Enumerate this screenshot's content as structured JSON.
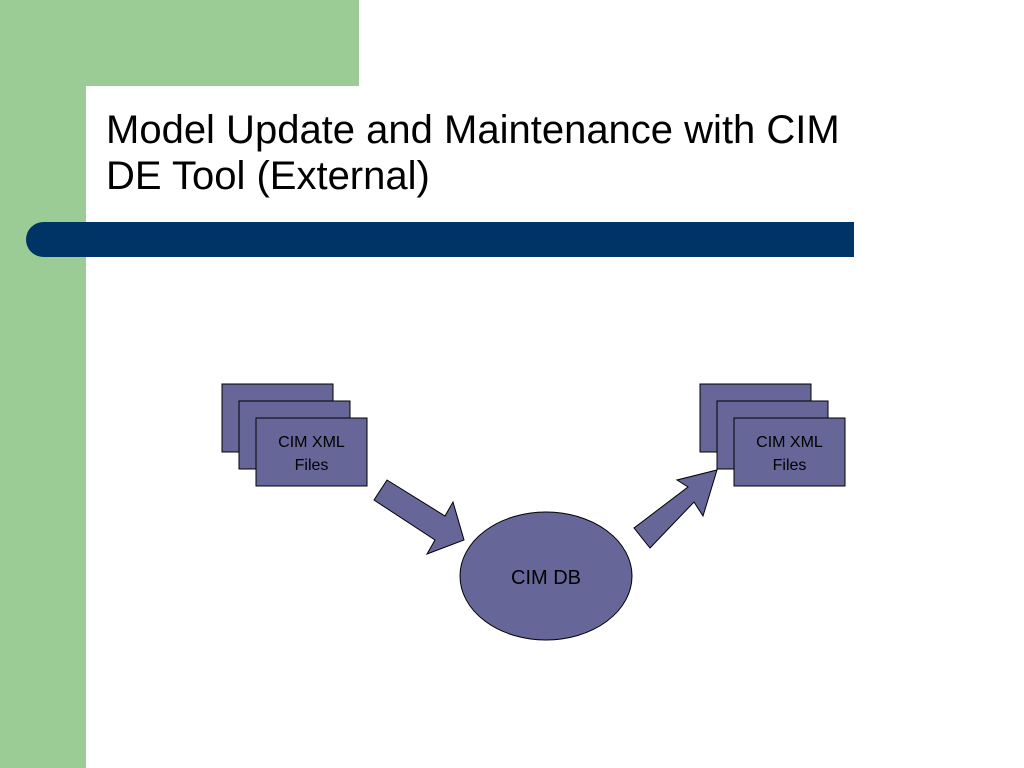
{
  "slide": {
    "title_line1": "Model Update and Maintenance with CIM",
    "title_line2": "DE Tool (External)"
  },
  "diagram": {
    "left_files": {
      "line1": "CIM XML",
      "line2": "Files"
    },
    "database": {
      "label": "CIM DB"
    },
    "right_files": {
      "line1": "CIM XML",
      "line2": "Files"
    }
  },
  "colors": {
    "shape_fill": "#666699",
    "shape_stroke": "#000000",
    "accent_green": "#9ccc95",
    "bar_blue": "#003366"
  }
}
